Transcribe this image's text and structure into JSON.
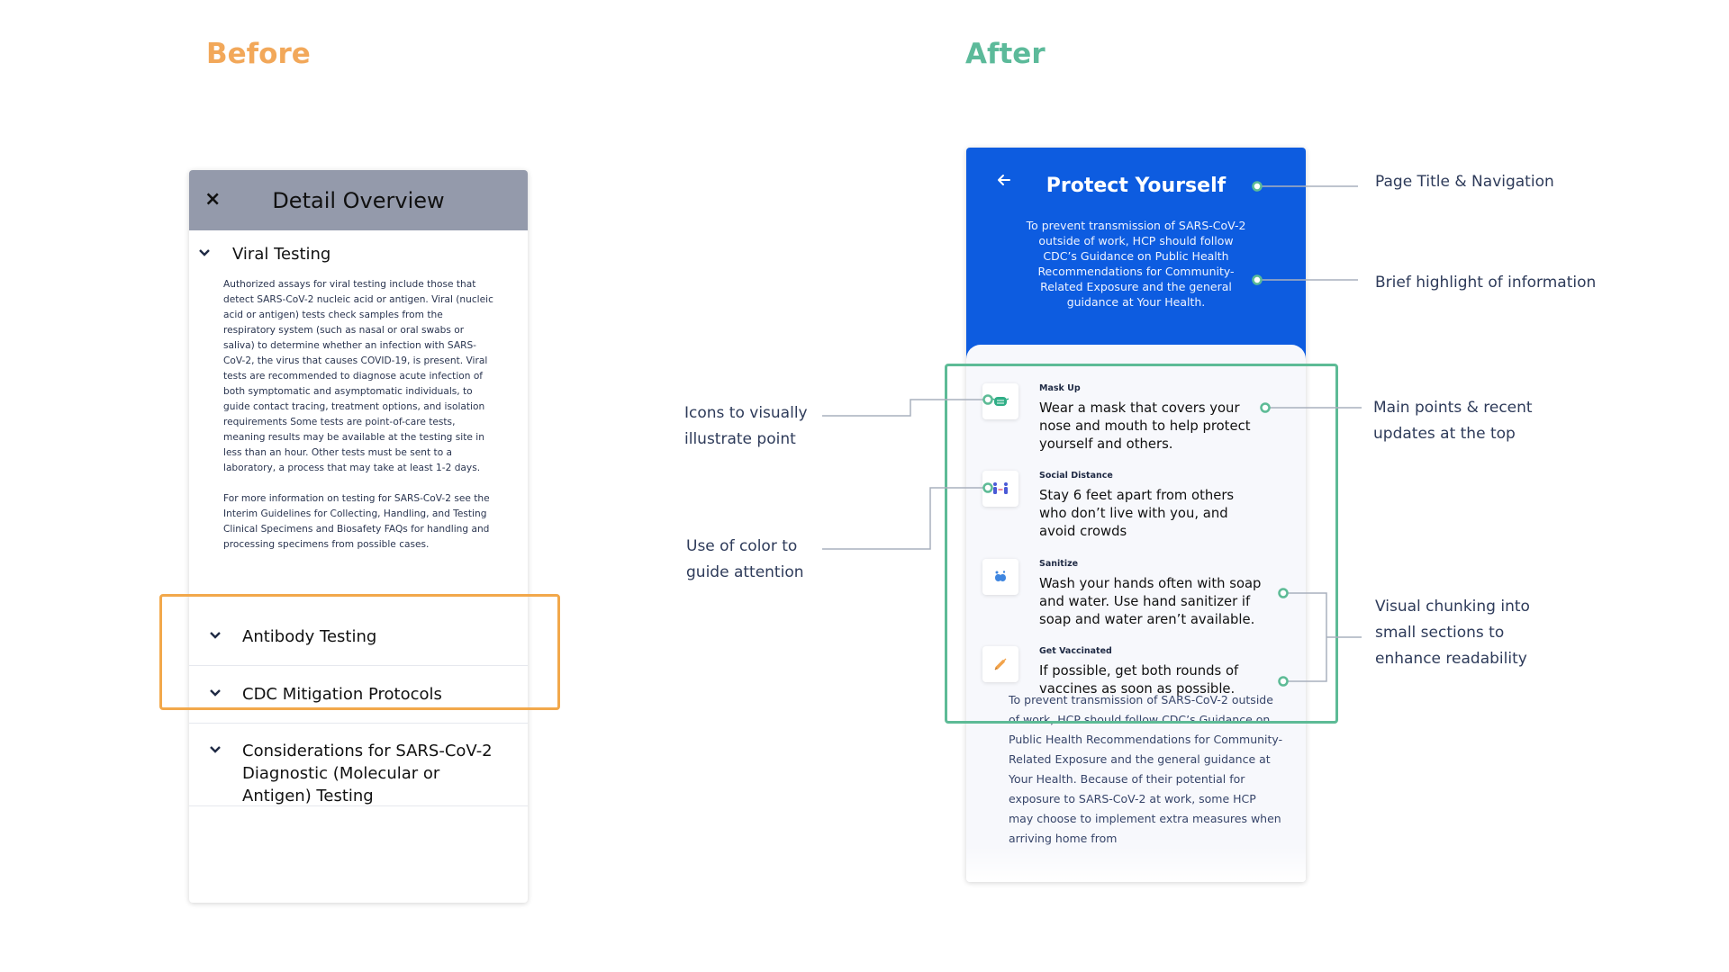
{
  "headings": {
    "before": "Before",
    "after": "After"
  },
  "before": {
    "close": "×",
    "title": "Detail Overview",
    "viral_label": "Viral Testing",
    "viral_paragraphs": [
      "Authorized assays for viral testing include those that detect SARS-CoV-2 nucleic acid or antigen. Viral (nucleic acid or antigen) tests check samples from the respiratory system (such as nasal or oral swabs or saliva) to determine whether an infection with SARS-CoV-2, the virus that causes COVID-19, is present. Viral tests are recommended to diagnose acute infection of both symptomatic and asymptomatic individuals, to guide contact tracing, treatment options, and isolation requirements Some tests are point-of-care tests, meaning results may be available at the testing site in less than an hour. Other tests must be sent to a laboratory, a process that may take at least 1-2 days.",
      "For more information on testing for SARS-CoV-2 see the Interim Guidelines for Collecting, Handling, and Testing Clinical Specimens and Biosafety FAQs for handling and processing specimens from possible cases."
    ],
    "rows": [
      "Antibody Testing",
      "CDC Mitigation Protocols",
      "Considerations for SARS-CoV-2 Diagnostic (Molecular or Antigen) Testing"
    ]
  },
  "after": {
    "title": "Protect Yourself",
    "subtitle": "To prevent transmission of SARS-CoV-2 outside of work, HCP should follow CDC’s Guidance on Public Health Recommendations for Community-Related Exposure and the general guidance at Your Health.",
    "tips": [
      {
        "label": "Mask Up",
        "text": "Wear a mask that covers your nose and mouth to help protect yourself and others.",
        "icon": "mask-icon"
      },
      {
        "label": "Social Distance",
        "text": "Stay 6 feet apart from others who don’t live with you, and avoid crowds",
        "icon": "people-distance-icon"
      },
      {
        "label": "Sanitize",
        "text": "Wash your hands often with soap and water. Use hand sanitizer if soap and water aren’t available.",
        "icon": "hand-wash-icon"
      },
      {
        "label": "Get Vaccinated",
        "text": "If possible, get both rounds of vaccines as soon as possible.",
        "icon": "syringe-icon"
      }
    ],
    "paragraph": "To prevent transmission of SARS-CoV-2 outside of work, HCP should follow CDC’s Guidance on Public Health Recommendations for Community-Related Exposure and the general guidance at Your Health. Because of their potential for exposure to SARS-CoV-2 at work, some HCP may choose to implement extra measures when arriving home from"
  },
  "annotations": {
    "title_nav": "Page Title & Navigation",
    "brief": "Brief highlight of information",
    "main_points": "Main points & recent updates at the top",
    "chunking": "Visual chunking into small sections to enhance readability",
    "icons": "Icons to visually illustrate point",
    "color": "Use of color to guide attention"
  },
  "colors": {
    "before_accent": "#f2a85a",
    "after_accent": "#5cba9a",
    "header_blue": "#0d5ce0",
    "before_header_gray": "#949aab"
  }
}
